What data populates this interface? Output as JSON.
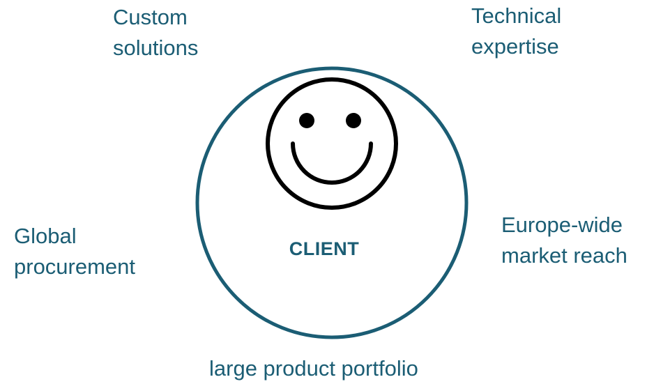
{
  "diagram": {
    "center_label": "CLIENT",
    "colors": {
      "circle": "#1b5d74",
      "text": "#1b5d74",
      "smiley": "#000000"
    },
    "benefits": {
      "custom": {
        "line1": "Custom",
        "line2": "solutions"
      },
      "technical": {
        "line1": "Technical",
        "line2": "expertise"
      },
      "global": {
        "line1": "Global",
        "line2": "procurement"
      },
      "europe": {
        "line1": "Europe-wide",
        "line2": "market reach"
      },
      "portfolio": {
        "line1": "large product portfolio"
      }
    },
    "icons": [
      "smiley-face-icon"
    ]
  }
}
